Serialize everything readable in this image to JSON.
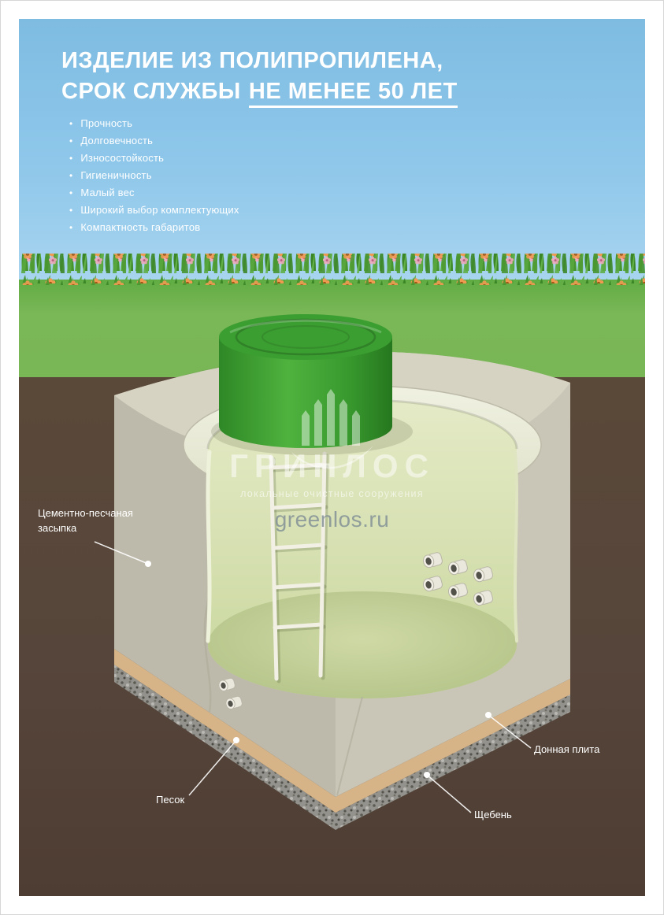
{
  "title": {
    "line1": "ИЗДЕЛИЕ ИЗ ПОЛИПРОПИЛЕНА,",
    "line2_plain": "СРОК СЛУЖБЫ",
    "line2_underlined": "НЕ МЕНЕЕ 50 ЛЕТ"
  },
  "features": [
    "Прочность",
    "Долговечность",
    "Износостойкость",
    "Гигиеничность",
    "Малый вес",
    "Широкий выбор комплектующих",
    "Компактность габаритов"
  ],
  "diagram_labels": {
    "backfill": "Цементно-песчаная засыпка",
    "bottom_plate": "Донная плита",
    "sand": "Песок",
    "gravel": "Щебень"
  },
  "watermark": {
    "brand": "ГРИНЛОС",
    "tagline": "локальные очистные сооружения",
    "site": "greenlos.ru"
  },
  "colors": {
    "sky": "#8ec7ea",
    "grass": "#79b656",
    "soil": "#57463a",
    "tank_lid_green": "#3b9e31",
    "tank_interior": "#d9e3b4",
    "concrete_backfill": "#c7c3b3",
    "sand": "#d6b488",
    "text": "#ffffff"
  }
}
